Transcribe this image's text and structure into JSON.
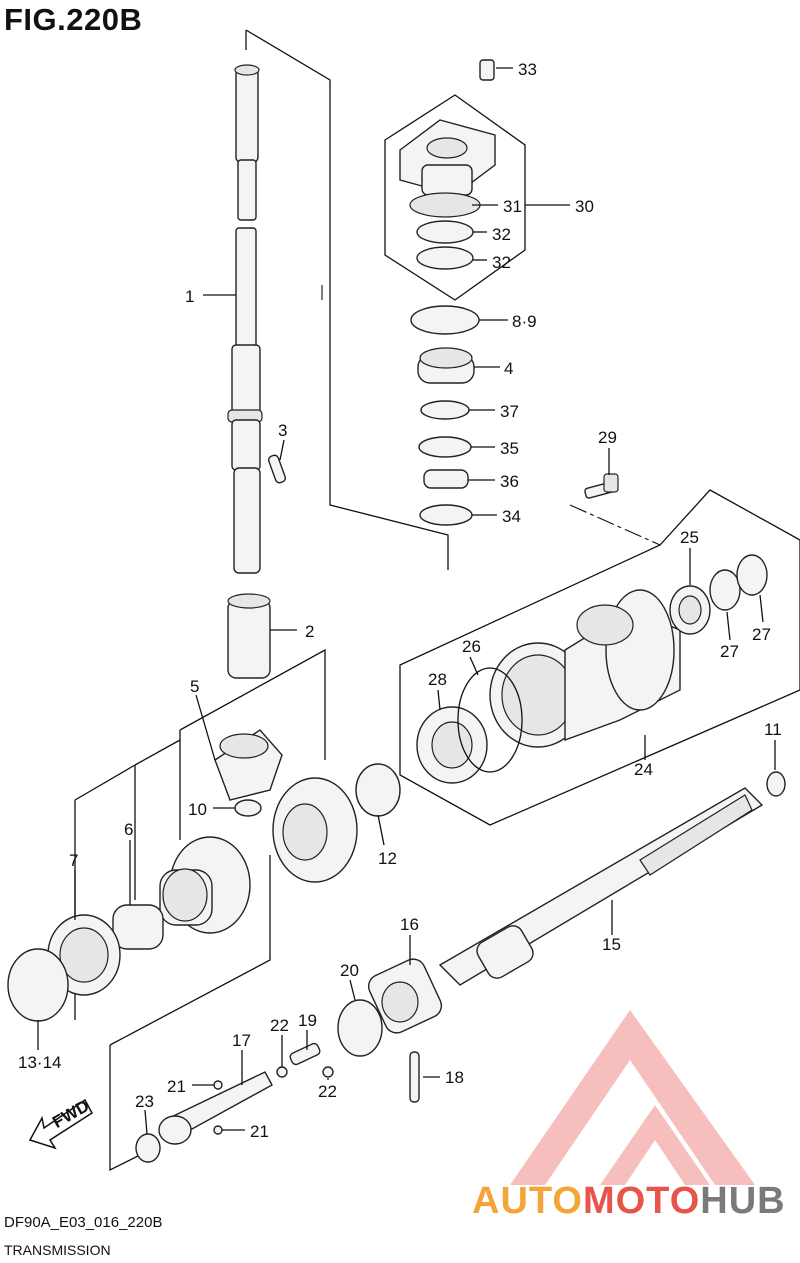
{
  "figure": {
    "title": "FIG.220B",
    "code": "DF90A_E03_016_220B",
    "section": "TRANSMISSION",
    "direction_label": "FWD"
  },
  "watermark": {
    "part1": "AUTO",
    "part2": "MOTO",
    "part3": "HUB",
    "colors": {
      "auto": "#f4a43a",
      "moto": "#e8534a",
      "hub": "#7a7a7a",
      "logo": "#e8534a"
    }
  },
  "callouts": {
    "c1": "1",
    "c2": "2",
    "c3": "3",
    "c4": "4",
    "c5": "5",
    "c6": "6",
    "c7": "7",
    "c8_9": "8·9",
    "c10": "10",
    "c11": "11",
    "c12": "12",
    "c13_14": "13·14",
    "c15": "15",
    "c16": "16",
    "c17": "17",
    "c18": "18",
    "c19": "19",
    "c20": "20",
    "c21a": "21",
    "c21b": "21",
    "c22a": "22",
    "c22b": "22",
    "c23": "23",
    "c24": "24",
    "c25": "25",
    "c26": "26",
    "c27a": "27",
    "c27b": "27",
    "c28": "28",
    "c29": "29",
    "c30": "30",
    "c31": "31",
    "c32a": "32",
    "c32b": "32",
    "c33": "33",
    "c34": "34",
    "c35": "35",
    "c36": "36",
    "c37": "37"
  }
}
